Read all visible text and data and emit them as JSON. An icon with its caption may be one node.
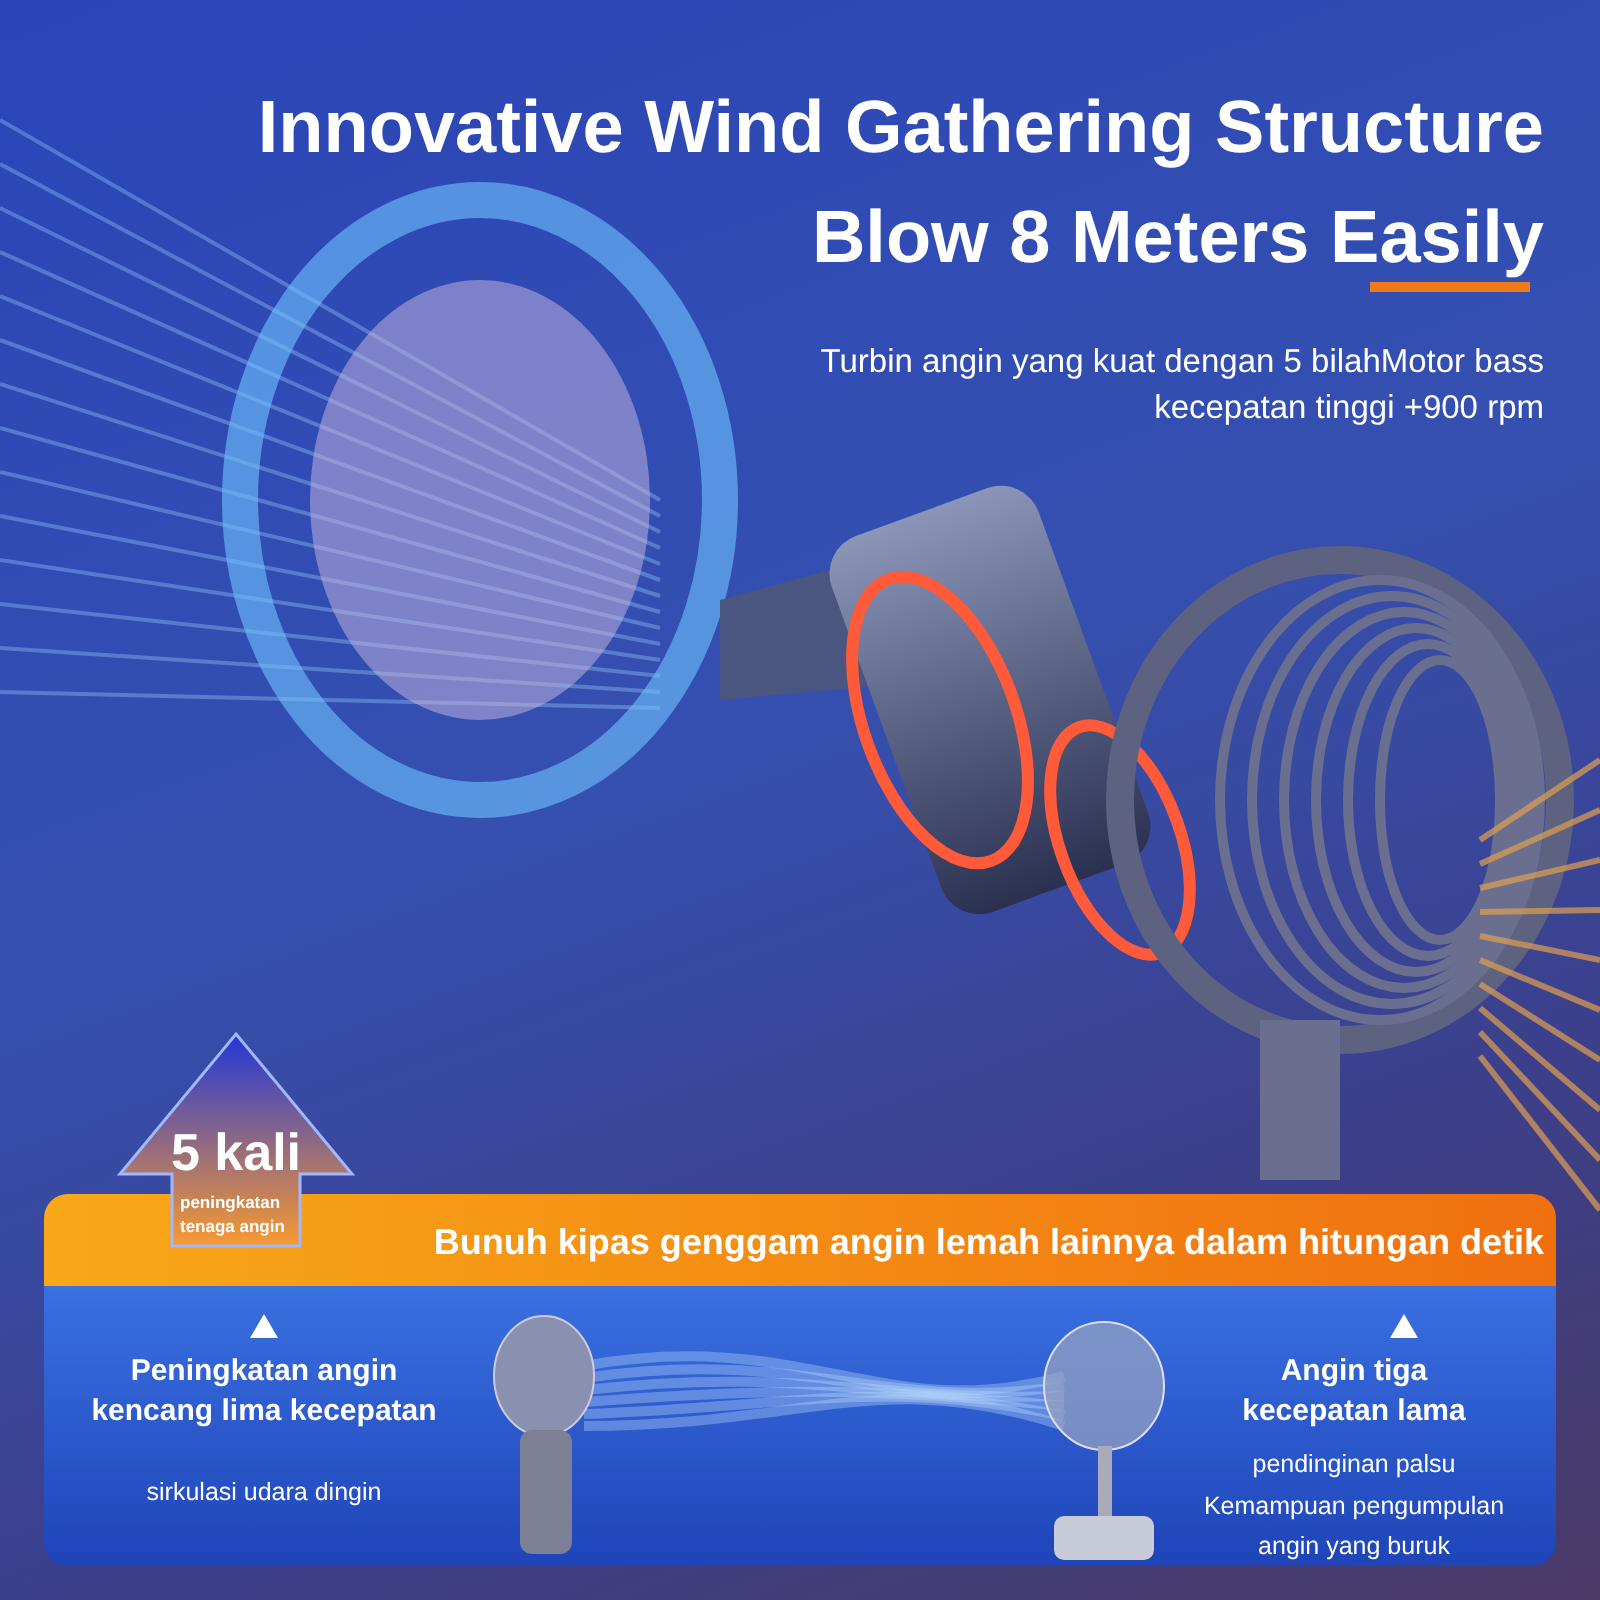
{
  "diagram": {
    "title": "Innovative Wind Gathering Structure Blow 8 Meters Easily",
    "nodes": [
      {
        "text": [
          "Bunuh kipas genggam angin lemah lainnya dalam hitungan detik"
        ]
      },
      {
        "text": [
          "Peningkatan angin kencang lima kecepatan",
          "sirkulasi udara dingin",
          "Angin tiga kecepatan lama",
          "pendinginan palsu",
          "Kemampuan pengumpulan angin yang buruk"
        ]
      },
      {
        "text": [
          "5 kali",
          "peningkatan tenaga angin"
        ]
      }
    ],
    "labels": [
      "Turbin angin yang kuat dengan 5 bilahMotor bass kecepatan tinggi +900 rpm"
    ]
  }
}
